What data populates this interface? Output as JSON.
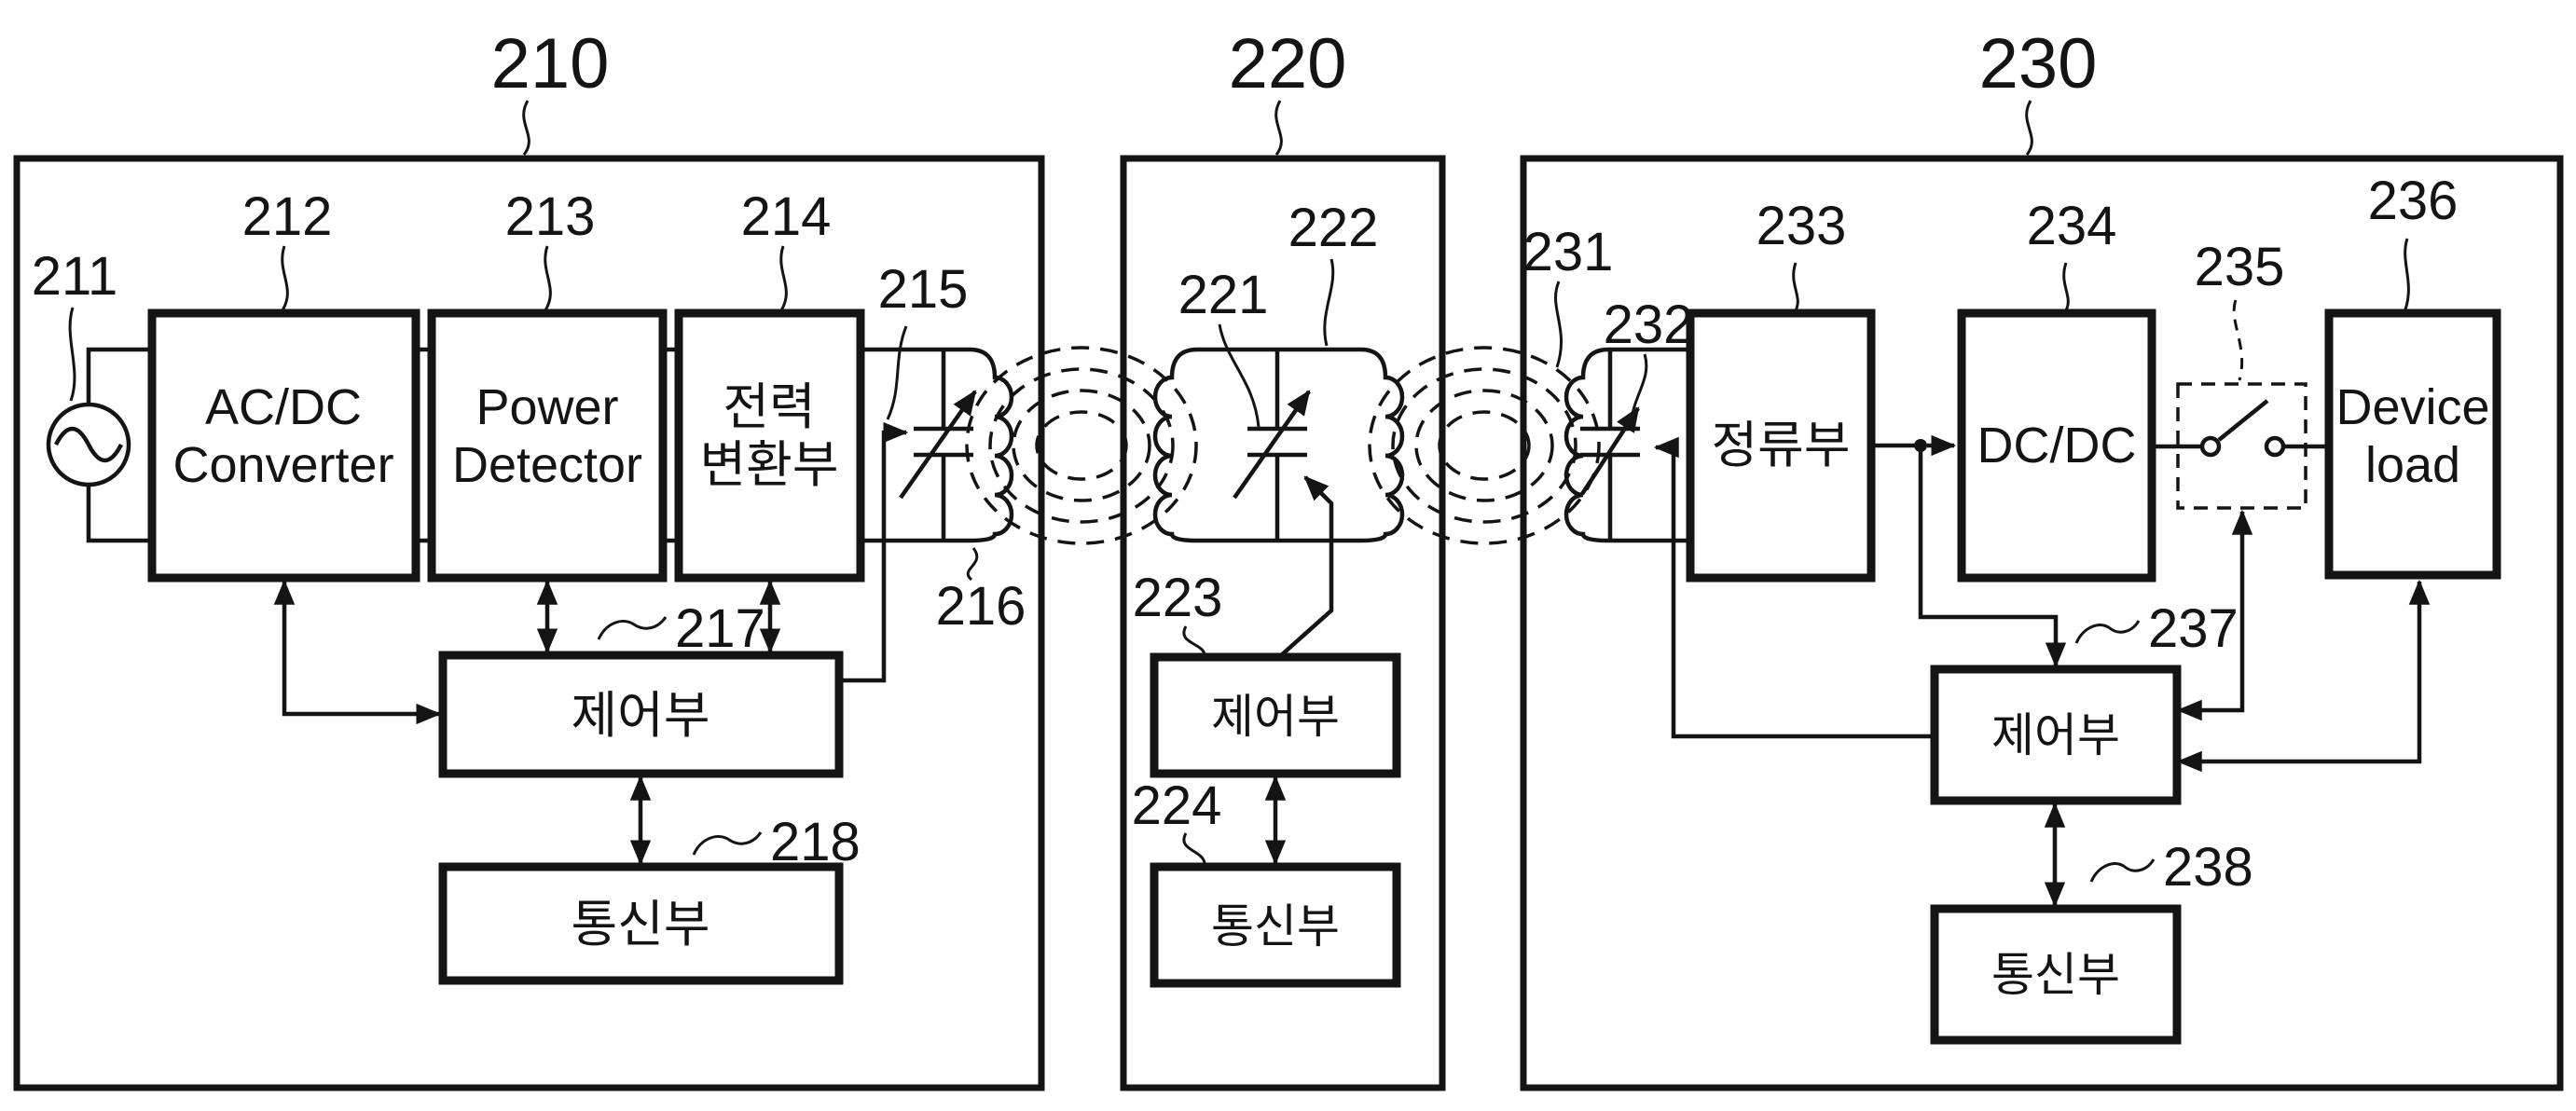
{
  "colors": {
    "ink": "#141414",
    "background": "#ffffff"
  },
  "tx": {
    "ref": "210",
    "source": {
      "ref": "211"
    },
    "acdc": {
      "ref": "212",
      "line1": "AC/DC",
      "line2": "Converter"
    },
    "detector": {
      "ref": "213",
      "line1": "Power",
      "line2": "Detector"
    },
    "power_converter": {
      "ref": "214",
      "line1": "전력",
      "line2": "변환부"
    },
    "capacitor": {
      "ref": "215"
    },
    "coil": {
      "ref": "216"
    },
    "controller": {
      "ref": "217",
      "label": "제어부"
    },
    "comm": {
      "ref": "218",
      "label": "통신부"
    }
  },
  "relay": {
    "ref": "220",
    "capacitor": {
      "ref": "221"
    },
    "resonator": {
      "ref": "222"
    },
    "controller": {
      "ref": "223",
      "label": "제어부"
    },
    "comm": {
      "ref": "224",
      "label": "통신부"
    }
  },
  "rx": {
    "ref": "230",
    "coil": {
      "ref": "231"
    },
    "capacitor": {
      "ref": "232"
    },
    "rectifier": {
      "ref": "233",
      "label": "정류부"
    },
    "dcdc": {
      "ref": "234",
      "label": "DC/DC"
    },
    "switch": {
      "ref": "235"
    },
    "device_load": {
      "ref": "236",
      "line1": "Device",
      "line2": "load"
    },
    "controller": {
      "ref": "237",
      "label": "제어부"
    },
    "comm": {
      "ref": "238",
      "label": "통신부"
    }
  }
}
